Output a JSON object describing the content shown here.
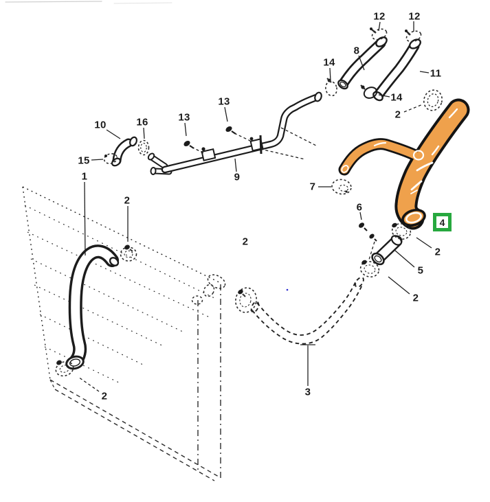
{
  "diagram": {
    "selected_part_label": "4",
    "colors": {
      "highlight_hose": "#efa14c",
      "selection_box": "#27a83f",
      "line": "#1c1c1c"
    }
  },
  "callouts": [
    {
      "label": "12"
    },
    {
      "label": "12"
    },
    {
      "label": "8"
    },
    {
      "label": "14"
    },
    {
      "label": "11"
    },
    {
      "label": "14"
    },
    {
      "label": "2"
    },
    {
      "label": "13"
    },
    {
      "label": "13"
    },
    {
      "label": "10"
    },
    {
      "label": "16"
    },
    {
      "label": "15"
    },
    {
      "label": "9"
    },
    {
      "label": "1"
    },
    {
      "label": "2"
    },
    {
      "label": "2"
    },
    {
      "label": "7"
    },
    {
      "label": "6"
    },
    {
      "label": "2"
    },
    {
      "label": "5"
    },
    {
      "label": "2"
    },
    {
      "label": "3"
    },
    {
      "label": "2"
    },
    {
      "label": "4"
    }
  ]
}
